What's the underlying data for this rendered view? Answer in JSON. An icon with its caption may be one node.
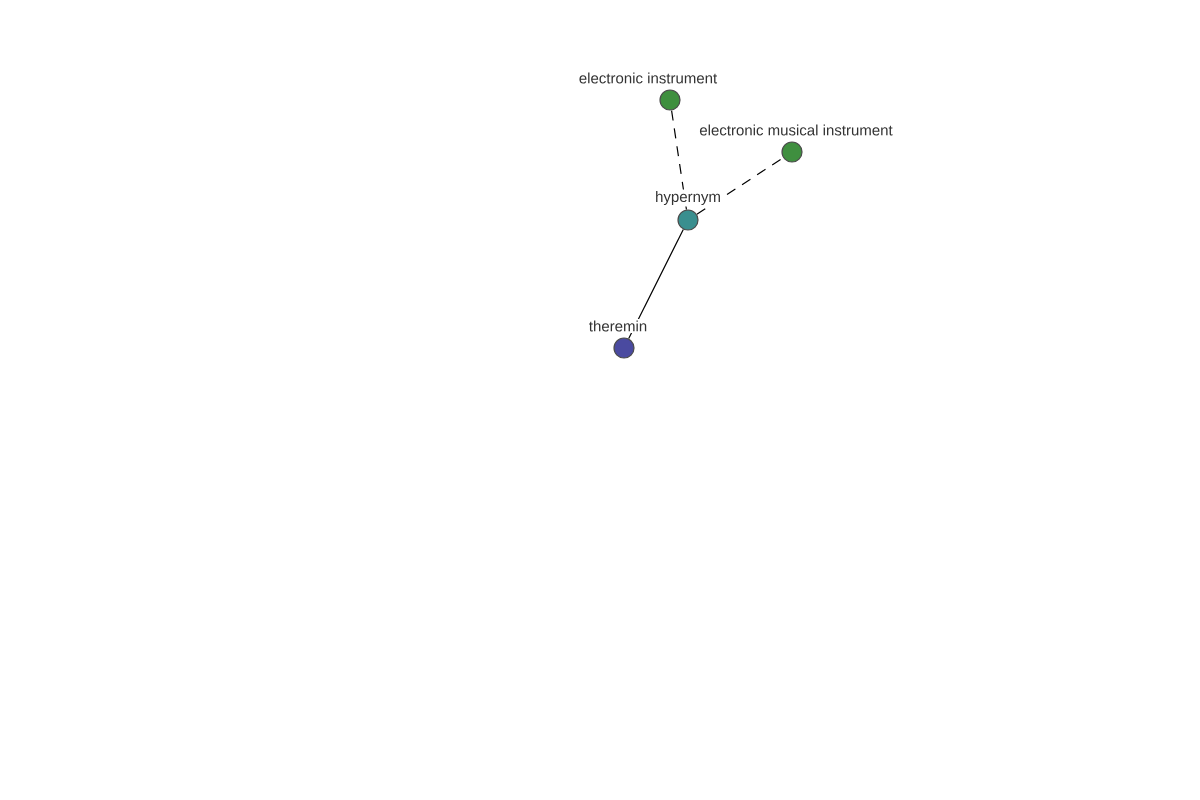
{
  "diagram": {
    "nodes": [
      {
        "text": [
          "electronic instrument"
        ]
      },
      {
        "text": [
          "electronic musical instrument"
        ]
      },
      {
        "text": [
          "hypernym"
        ]
      },
      {
        "text": [
          "theremin"
        ]
      }
    ],
    "edges": [
      {
        "from": 2,
        "to": 0,
        "arrow": "none",
        "style": "dashed"
      },
      {
        "from": 2,
        "to": 1,
        "arrow": "none",
        "style": "dashed"
      },
      {
        "from": 2,
        "to": 3,
        "arrow": "none"
      }
    ]
  }
}
